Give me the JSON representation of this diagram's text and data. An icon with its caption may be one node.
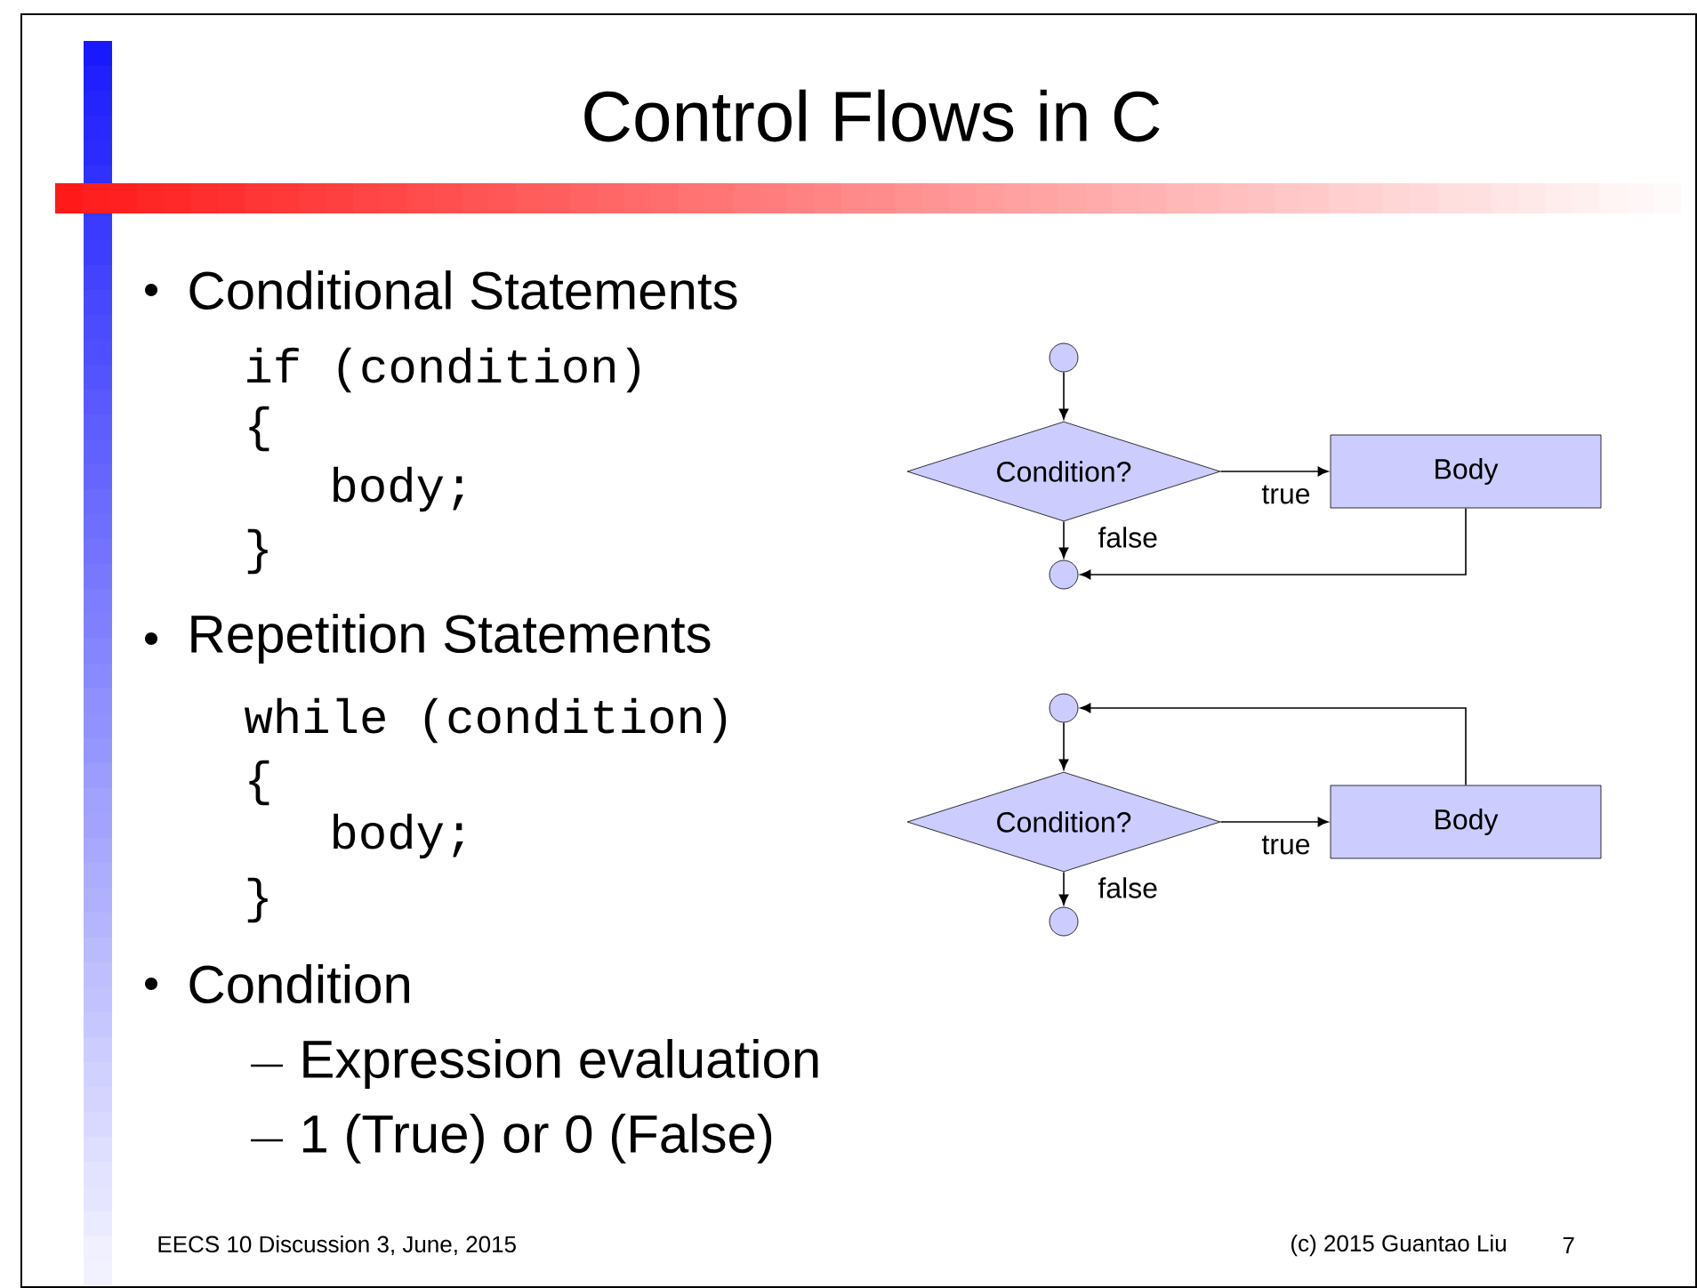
{
  "diagram": {
    "title": "Control Flows in C",
    "nodes": [
      {
        "text": [],
        "shape": "circle"
      },
      {
        "text": [
          "Condition?"
        ]
      },
      {
        "text": [
          "Body"
        ]
      },
      {
        "text": [],
        "shape": "circle"
      },
      {
        "text": [],
        "shape": "circle"
      },
      {
        "text": [
          "Condition?"
        ]
      },
      {
        "text": [
          "Body"
        ]
      },
      {
        "text": [],
        "shape": "circle"
      }
    ],
    "edges": [
      {
        "from": 0,
        "to": 1,
        "arrow": "to"
      },
      {
        "from": 1,
        "to": 2,
        "arrow": "to",
        "label": "true"
      },
      {
        "from": 1,
        "to": 3,
        "arrow": "to",
        "label": "false"
      },
      {
        "from": 2,
        "to": 3,
        "arrow": "to"
      },
      {
        "from": 4,
        "to": 5,
        "arrow": "to"
      },
      {
        "from": 5,
        "to": 6,
        "arrow": "to",
        "label": "true"
      },
      {
        "from": 6,
        "to": 4,
        "arrow": "to"
      },
      {
        "from": 5,
        "to": 7,
        "arrow": "to",
        "label": "false"
      }
    ],
    "labels": [
      "Conditional Statements",
      "if (condition)",
      "{",
      "body;",
      "}",
      "Repetition Statements",
      "while (condition)",
      "{",
      "body;",
      "}",
      "Condition",
      "Expression evaluation",
      "1 (True) or 0 (False)",
      "EECS 10 Discussion 3, June, 2015",
      "(c) 2015 Guantao Liu",
      "7"
    ]
  }
}
